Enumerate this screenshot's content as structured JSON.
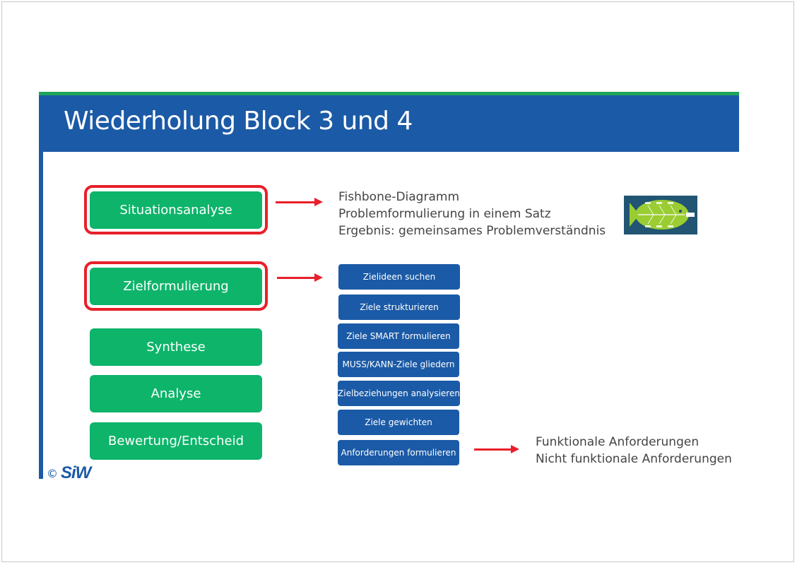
{
  "slide": {
    "title": "Wiederholung Block 3 und 4",
    "copyright_symbol": "©",
    "logo_text": "SiW"
  },
  "steps": [
    {
      "label": "Situationsanalyse",
      "highlighted": true
    },
    {
      "label": "Zielformulierung",
      "highlighted": true
    },
    {
      "label": "Synthese",
      "highlighted": false
    },
    {
      "label": "Analyse",
      "highlighted": false
    },
    {
      "label": "Bewertung/Entscheid",
      "highlighted": false
    }
  ],
  "situationsanalyse_notes": [
    "Fishbone-Diagramm",
    "Problemformulierung in einem Satz",
    "Ergebnis: gemeinsames Problemverständnis"
  ],
  "ziel_steps": [
    "Zielideen suchen",
    "Ziele strukturieren",
    "Ziele SMART formulieren",
    "MUSS/KANN-Ziele gliedern",
    "Zielbeziehungen analysieren",
    "Ziele gewichten",
    "Anforderungen formulieren"
  ],
  "anforderungen_notes": [
    "Funktionale Anforderungen",
    "Nicht funktionale Anforderungen"
  ],
  "colors": {
    "header_blue": "#1b5aa6",
    "accent_green": "#0db46a",
    "highlight_red": "#e8202a"
  },
  "icons": {
    "fishbone_thumbnail": "fishbone-diagram-image",
    "arrow": "right-arrow-icon"
  }
}
